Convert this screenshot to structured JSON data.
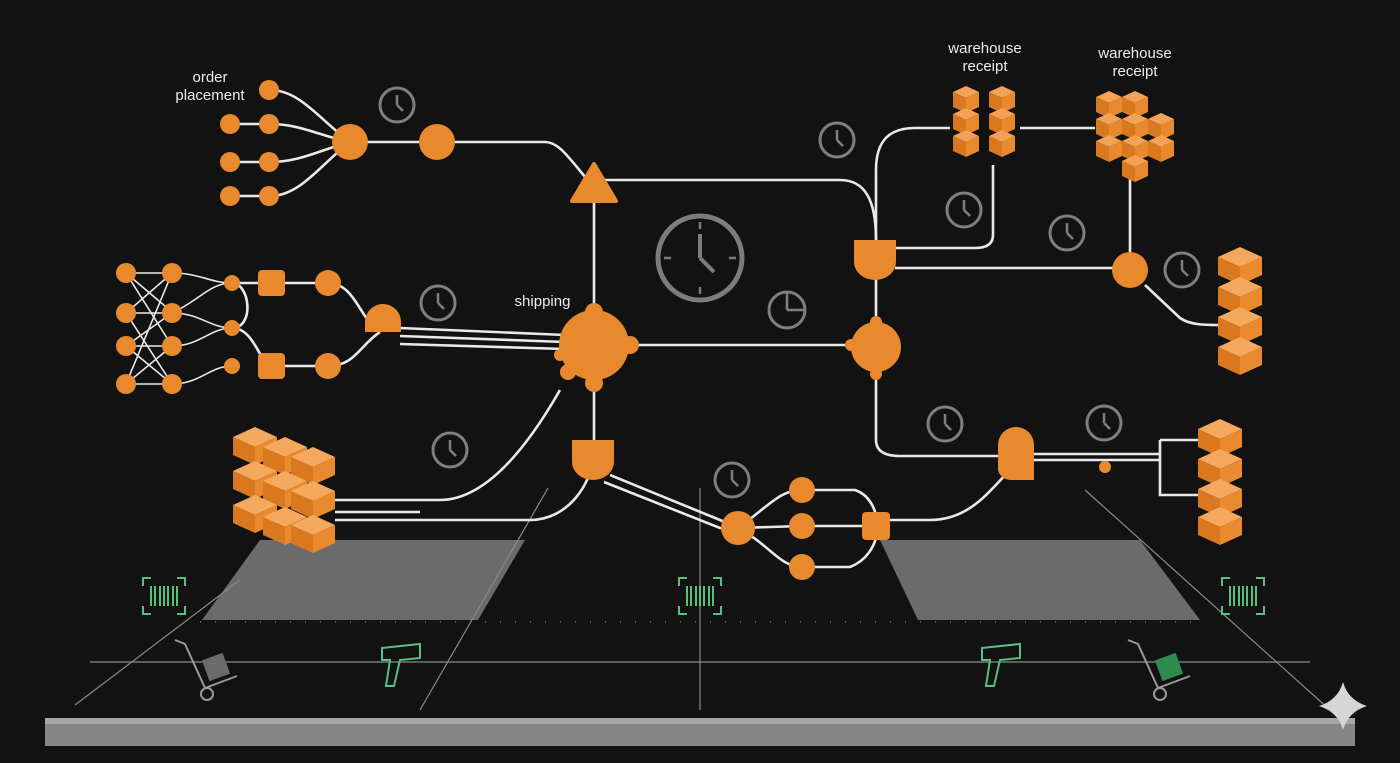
{
  "labels": {
    "order_placement": "order\nplacement",
    "shipping": "shipping",
    "warehouse_receipt_1": "warehouse\nreceipt",
    "warehouse_receipt_2": "warehouse\nreceipt"
  },
  "colors": {
    "background": "#121212",
    "node": "#e8892e",
    "node_stroke": "#f2a155",
    "line": "#e9e9e9",
    "clock": "#7f7f7f",
    "floor": "#808080",
    "belt": "#8a8a8a",
    "scanner": "#56c17e",
    "package_green": "#2e8a4f"
  },
  "icons": [
    "clock-icon",
    "barcode-icon",
    "barcode-scanner-icon",
    "hand-truck-icon",
    "box-stack-icon",
    "sparkle-icon"
  ]
}
